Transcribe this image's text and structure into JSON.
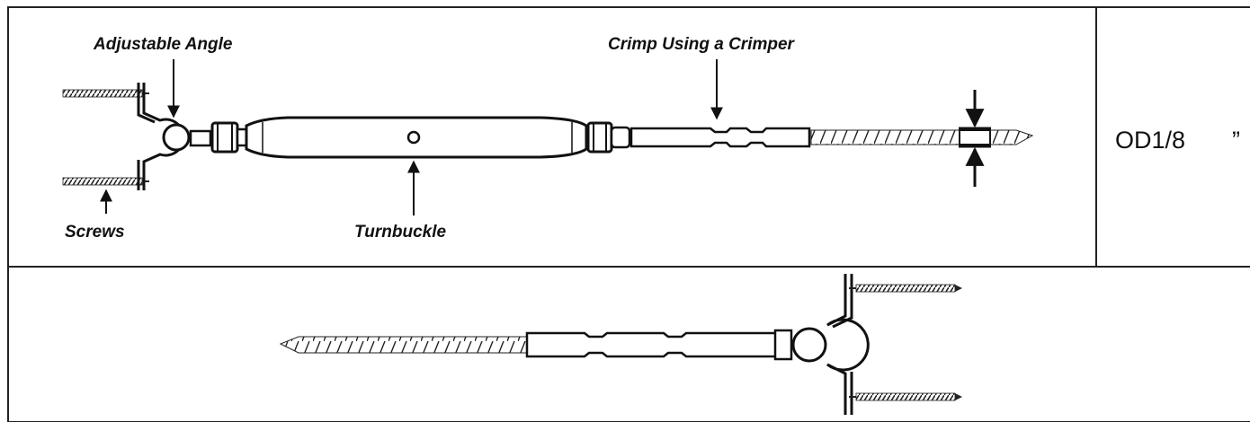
{
  "labels": {
    "adjustable_angle": "Adjustable Angle",
    "crimp_using_crimper": "Crimp Using a Crimper",
    "screws": "Screws",
    "turnbuckle": "Turnbuckle"
  },
  "size_cell": {
    "diameter": "OD1/8",
    "unit_mark": "”"
  }
}
